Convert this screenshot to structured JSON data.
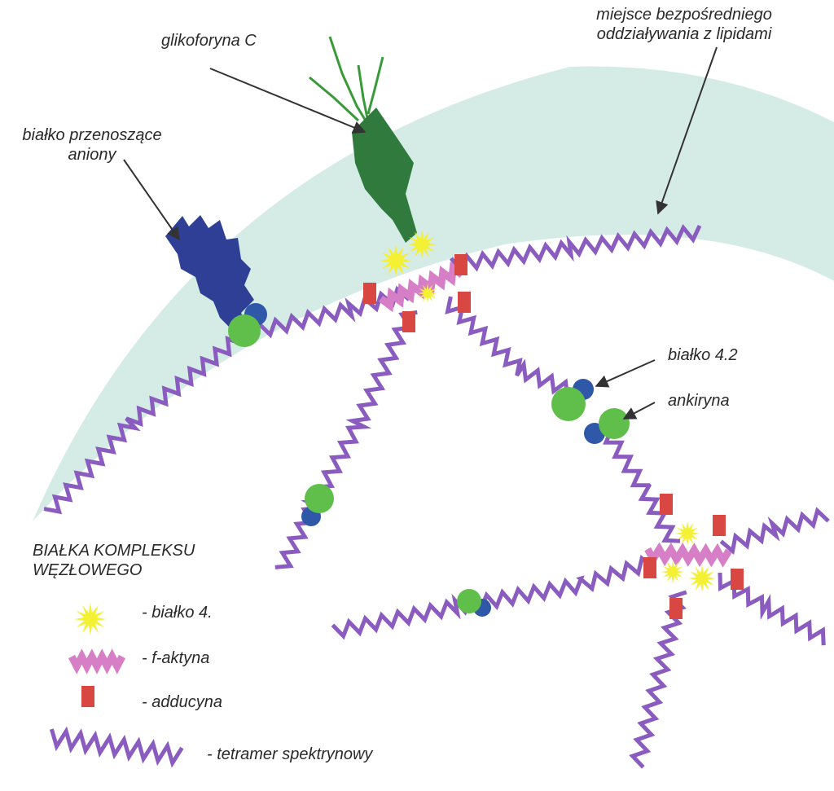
{
  "labels": {
    "lipid_site": "miejsce bezpośredniego\noddziaływania z lipidami",
    "glycophorin": "glikoforyna C",
    "anion_transporter": "białko przenoszące\naniony",
    "protein_42": "białko 4.2",
    "ankyrin": "ankiryna"
  },
  "legend": {
    "title": "BIAŁKA KOMPLEKSU\nWĘZŁOWEGO",
    "items": [
      {
        "label": "- białko 4.",
        "icon": "star-icon",
        "color": "#f4f034"
      },
      {
        "label": "- f-aktyna",
        "icon": "actin-filament-icon",
        "color": "#d77fc6"
      },
      {
        "label": "- adducyna",
        "icon": "red-square-icon",
        "color": "#d94743"
      },
      {
        "label": "- tetramer spektrynowy",
        "icon": "spectrin-zigzag-icon",
        "color": "#8a5cbf"
      }
    ]
  },
  "colors": {
    "membrane": "#d5ece6",
    "spectrin": "#8a5cbf",
    "actin": "#d77fc6",
    "adducin": "#d94743",
    "band4": "#f4f034",
    "ankyrin": "#5fbf4a",
    "protein42": "#2f58a8",
    "anion": "#2f3f96",
    "glycophorin": "#2f7a3c"
  }
}
